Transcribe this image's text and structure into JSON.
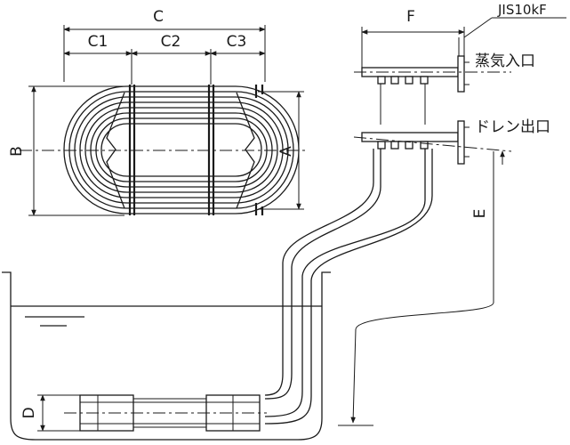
{
  "labels": {
    "C": "C",
    "C1": "C1",
    "C2": "C2",
    "C3": "C3",
    "A": "A",
    "B": "B",
    "D": "D",
    "E": "E",
    "F": "F",
    "flange_standard": "JIS10kF",
    "steam_inlet": "蒸気入口",
    "drain_outlet": "ドレン出口"
  }
}
